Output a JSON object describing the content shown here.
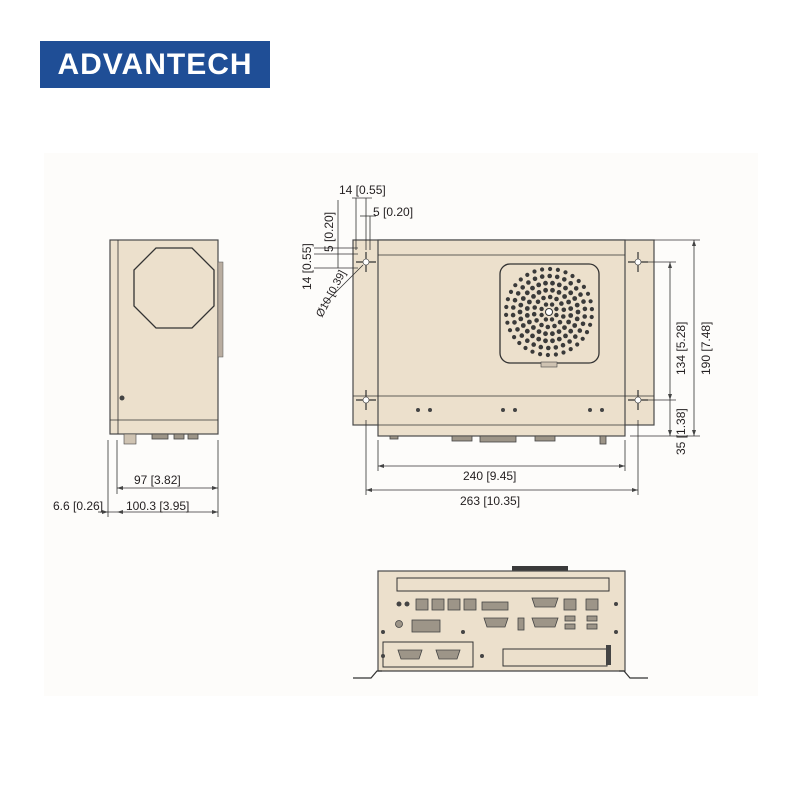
{
  "logo": {
    "text": "ADVANTECH",
    "background": "#1f4e96",
    "color": "#ffffff"
  },
  "dimensions": {
    "side_depth_97": "97 [3.82]",
    "side_offset": "6.6 [0.26]",
    "side_depth_100": "100.3 [3.95]",
    "front_inner_width": "240 [9.45]",
    "front_total_width": "263 [10.35]",
    "height_134": "134 [5.28]",
    "height_190": "190 [7.48]",
    "height_35": "35 [1.38]",
    "bracket_14_top": "14 [0.55]",
    "bracket_5_top": "5 [0.20]",
    "bracket_5_left": "5 [0.20]",
    "bracket_14_left": "14 [0.55]",
    "hole_diameter": "Ø10 [0.39]"
  },
  "colors": {
    "case_fill": "#ece0cc",
    "line": "#333333",
    "panel": "#fdfcfa"
  }
}
